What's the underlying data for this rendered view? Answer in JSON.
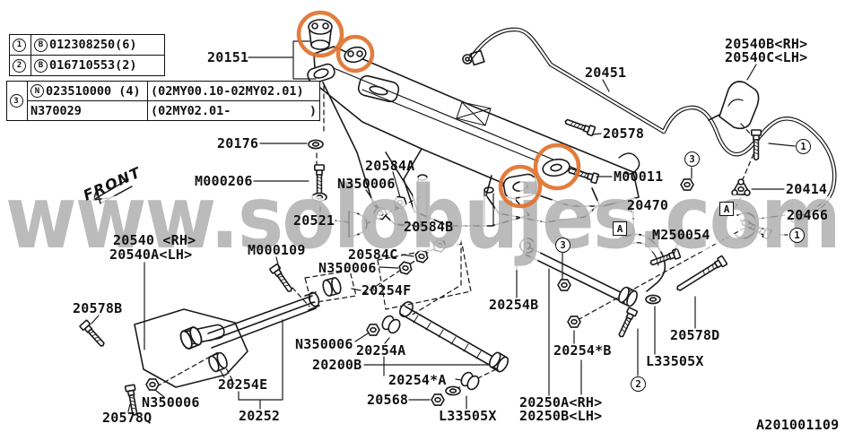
{
  "watermark": "www.solobujes.com",
  "front_label": "FRONT",
  "diagram_ref": "A201001109",
  "colors": {
    "line": "#1a1a1a",
    "highlight": "#e0722e",
    "watermark_gray": "#aaaaaa"
  },
  "legend": {
    "table1": {
      "rows": [
        {
          "index": "1",
          "prefix": "B",
          "part": "012308250(6)"
        },
        {
          "index": "2",
          "prefix": "B",
          "part": "016710553(2)"
        }
      ]
    },
    "table2": {
      "index": "3",
      "rows": [
        {
          "prefix": "N",
          "part": "023510000 (4)",
          "range": "(02MY00.10-02MY02.01)"
        },
        {
          "prefix": "",
          "part": "N370029",
          "range_open": "(02MY02.01-",
          "range_close": ")"
        }
      ]
    }
  },
  "part_labels": {
    "p20151": "20151",
    "p20176": "20176",
    "pM000206": "M000206",
    "p20584A": "20584A",
    "pN350006a": "N350006",
    "p20521": "20521",
    "p20584B": "20584B",
    "pM000109": "M000109",
    "p20584C": "20584C",
    "pN350006b": "N350006",
    "p20540RH": "20540 <RH>",
    "p20540LH": "20540A<LH>",
    "p20254F": "20254F",
    "pN350006c": "N350006",
    "p20578B": "20578B",
    "pN350006d": "N350006",
    "p20578Q": "20578Q",
    "p20254E": "20254E",
    "p20252": "20252",
    "p20200B": "20200B",
    "p20254A": "20254A",
    "p20254sA": "20254*A",
    "p20568": "20568",
    "pL33505Xa": "L33505X",
    "p20250ARH": "20250A<RH>",
    "p20250BLH": "20250B<LH>",
    "p20254B": "20254B",
    "p20254sB": "20254*B",
    "pL33505Xb": "L33505X",
    "p20578D": "20578D",
    "p20451": "20451",
    "p20578": "20578",
    "pM00011": "M00011",
    "p20540BRH": "20540B<RH>",
    "p20540CLH": "20540C<LH>",
    "p20414": "20414",
    "p20466": "20466",
    "p20470": "20470",
    "pM250054": "M250054"
  },
  "callouts": {
    "circled": [
      "1",
      "3",
      "1",
      "3",
      "2"
    ],
    "boxed": [
      "A",
      "A"
    ]
  }
}
